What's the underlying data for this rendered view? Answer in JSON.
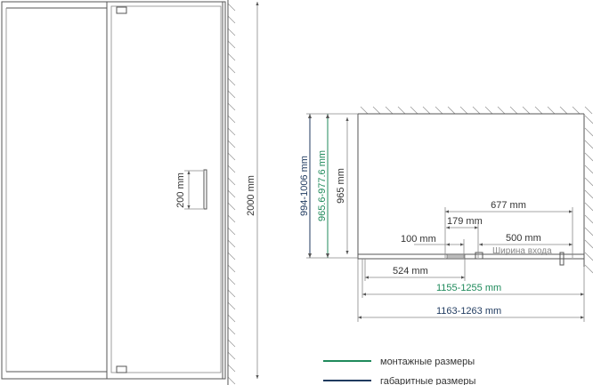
{
  "elevation": {
    "height_label": "2000 mm",
    "handle_label": "200 mm"
  },
  "plan": {
    "overall_depth_label": "994-1006 mm",
    "install_depth_label": "965.6-977.6 mm",
    "depth_label": "965 mm",
    "door_label": "677 mm",
    "offset_179_label": "179 mm",
    "offset_100_label": "100 mm",
    "entry_label": "500 mm",
    "entry_caption": "Ширина входа",
    "fixed_panel_label": "524 mm",
    "install_width_label": "1155-1255 mm",
    "overall_width_label": "1163-1263 mm"
  },
  "legend": {
    "items": [
      {
        "label": "монтажные размеры",
        "color": "#1f8a5b"
      },
      {
        "label": "габаритные размеры",
        "color": "#1f3a5f"
      }
    ]
  }
}
